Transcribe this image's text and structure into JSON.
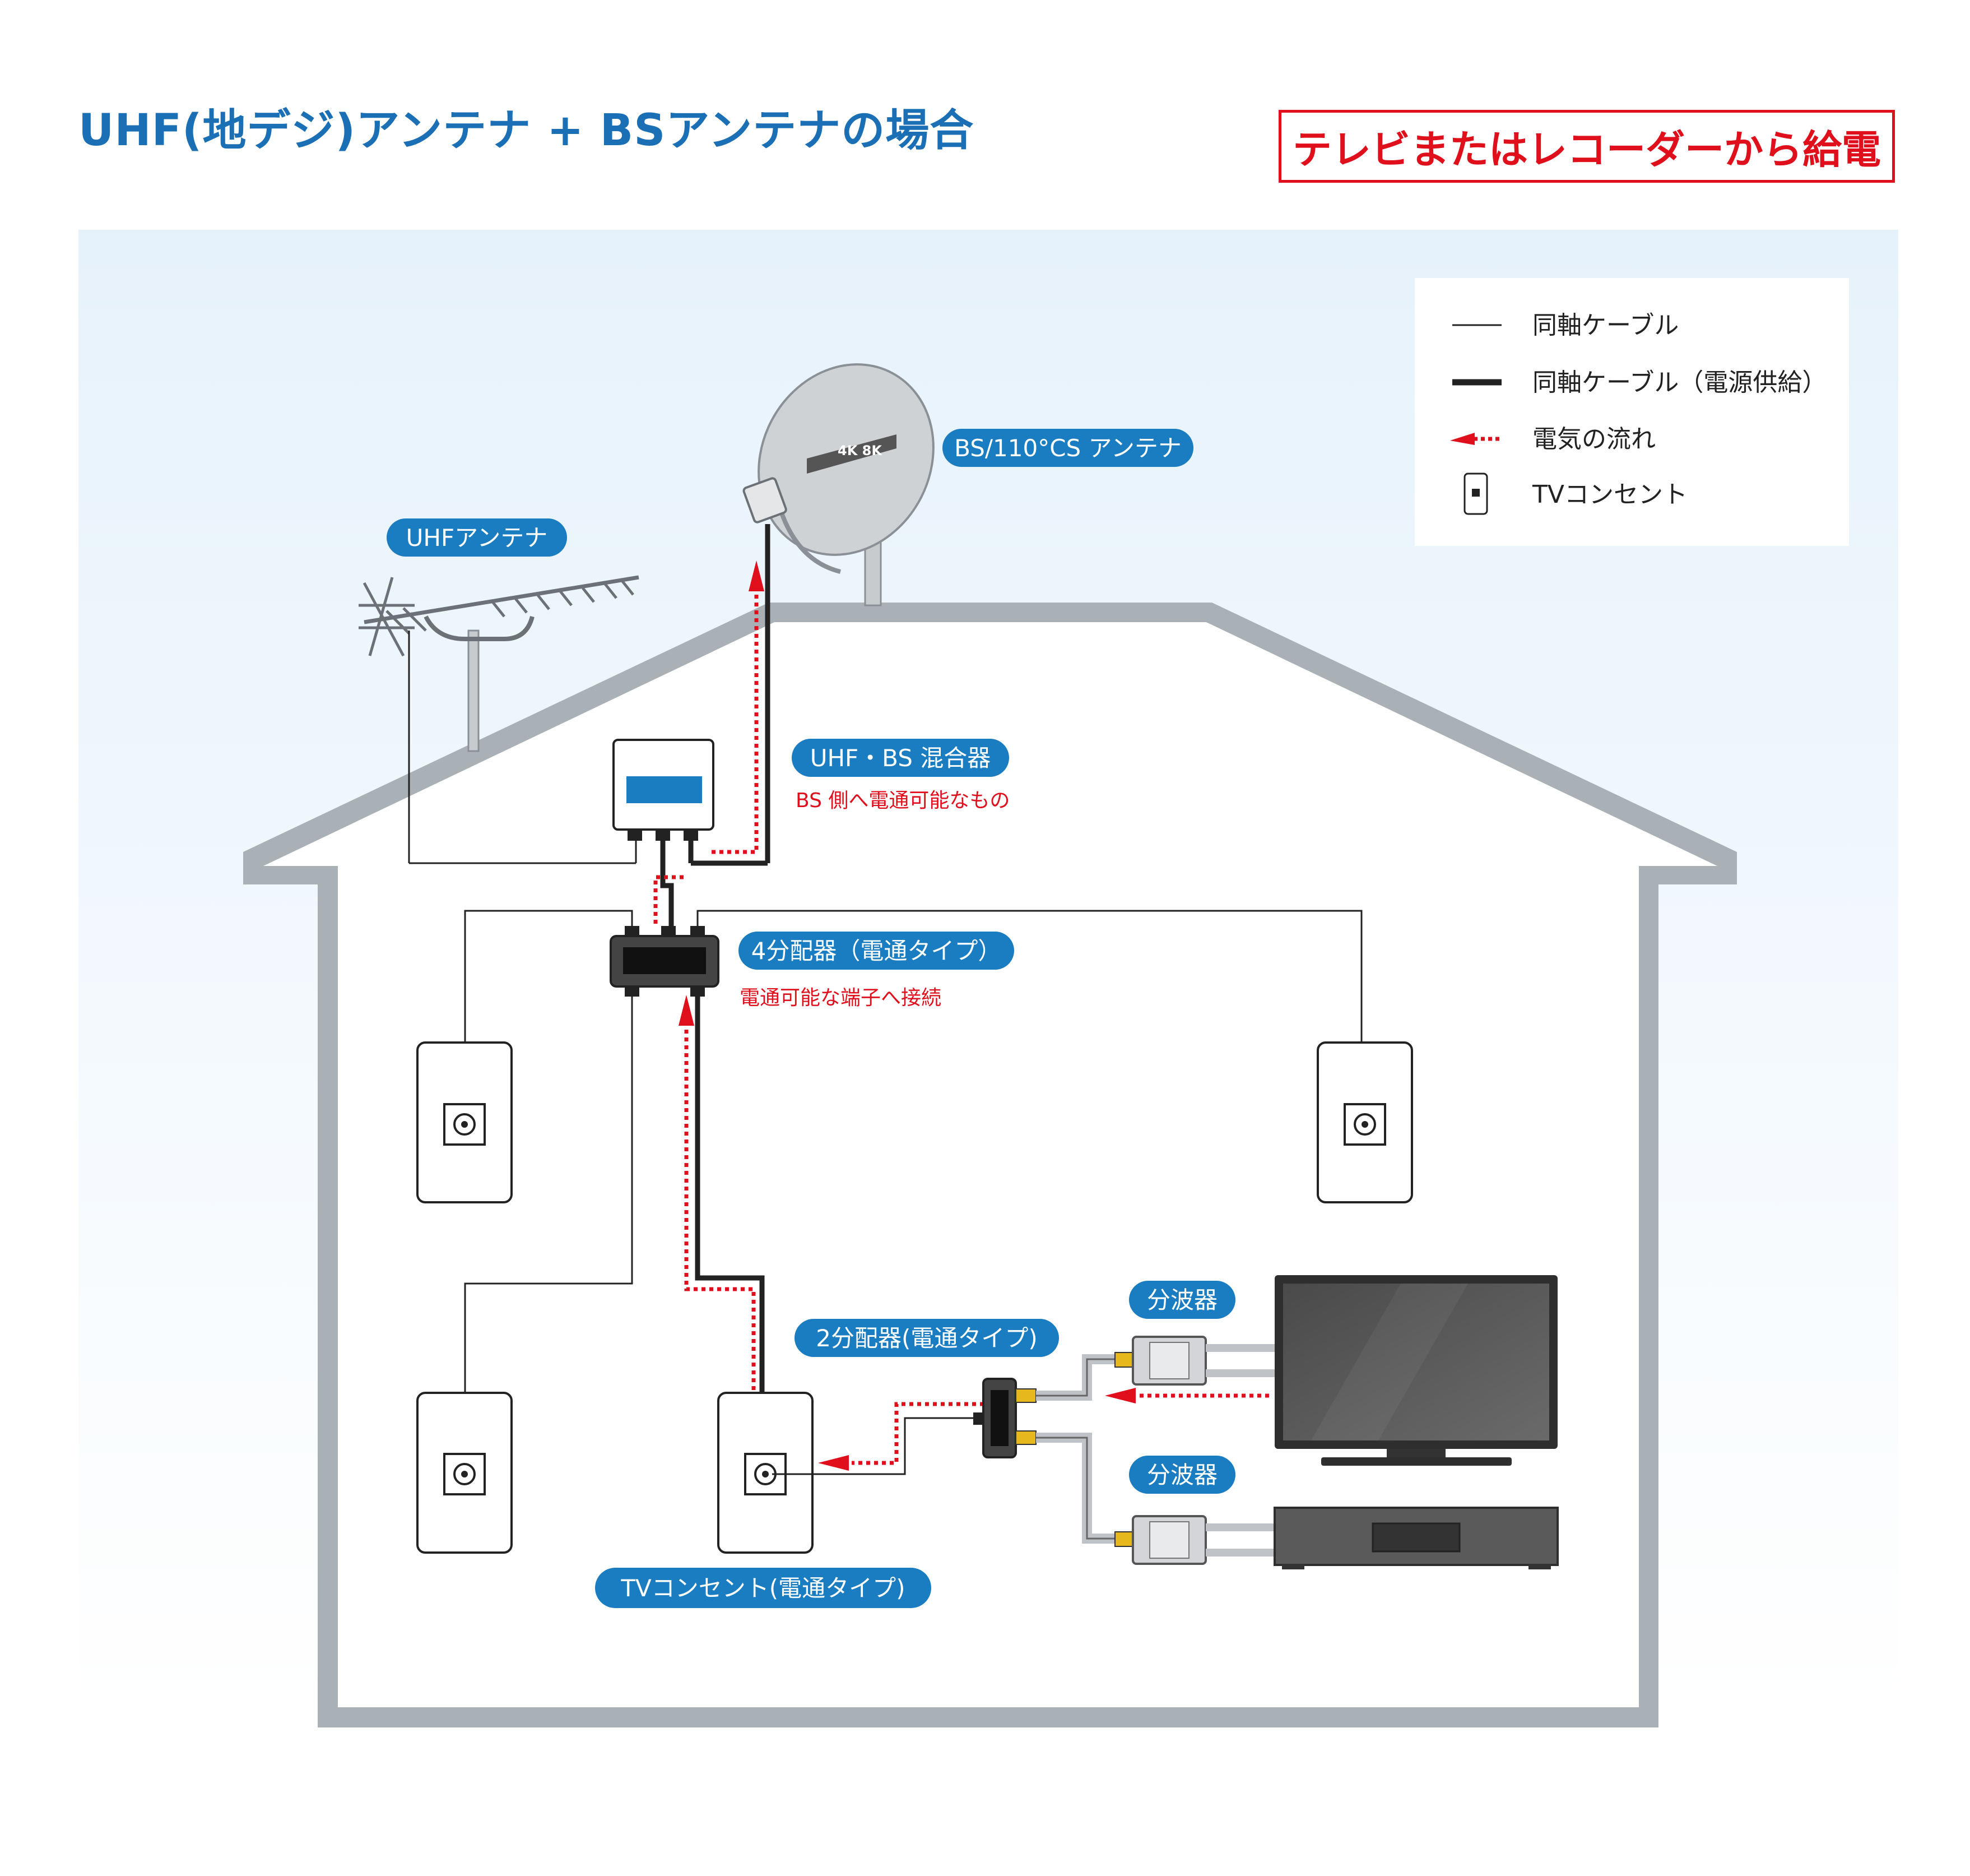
{
  "title": "UHF(地デジ)アンテナ + BSアンテナの場合",
  "power_badge": "テレビまたはレコーダーから給電",
  "legend": {
    "coax": "同軸ケーブル",
    "coax_power": "同軸ケーブル（電源供給）",
    "power_flow": "電気の流れ",
    "tv_outlet": "TVコンセント"
  },
  "labels": {
    "bs_antenna": "BS/110°CS アンテナ",
    "uhf_antenna": "UHFアンテナ",
    "mixer": "UHF・BS 混合器",
    "mixer_note": "BS 側へ電通可能なもの",
    "splitter4": "4分配器（電通タイプ）",
    "splitter4_note": "電通可能な端子へ接続",
    "splitter2": "2分配器(電通タイプ)",
    "separator_top": "分波器",
    "separator_bottom": "分波器",
    "outlet_passthrough": "TVコンセント(電通タイプ)",
    "dish_logo": "4K 8K"
  },
  "colors": {
    "title_blue": "#1a6fb5",
    "label_bg": "#1a7cc1",
    "red": "#e00f1c",
    "sky": "#e8f3fb",
    "house_wall": "#a9b0b6",
    "cable_power": "#222222",
    "connector_gold": "#e7b81e"
  }
}
